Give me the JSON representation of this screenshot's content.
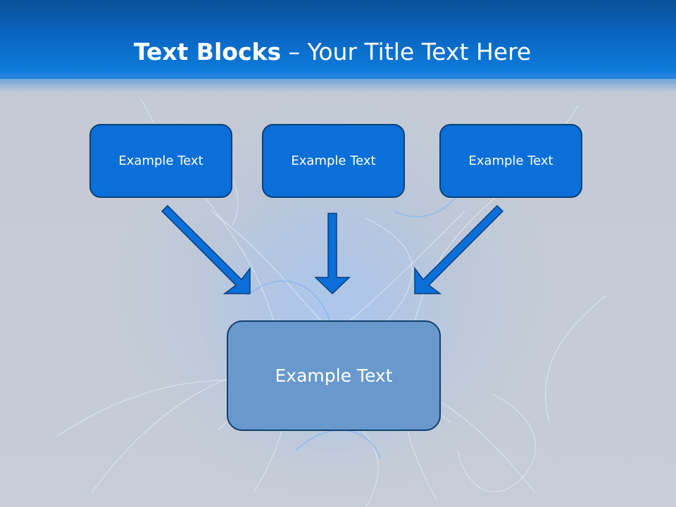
{
  "slide": {
    "title_bold": "Text Blocks",
    "title_separator": " – ",
    "title_regular": "Your Title Text Here"
  },
  "blocks": [
    {
      "text": "Example Text"
    },
    {
      "text": "Example Text"
    },
    {
      "text": "Example Text"
    }
  ],
  "result_block": {
    "text": "Example Text"
  },
  "colors": {
    "header": "#0a66c2",
    "block_fill": "#0a6fd8",
    "block_border": "#0c3f78",
    "result_fill": "#6898cc",
    "arrow_fill": "#0a6fd8",
    "background": "#c4cbd6"
  }
}
